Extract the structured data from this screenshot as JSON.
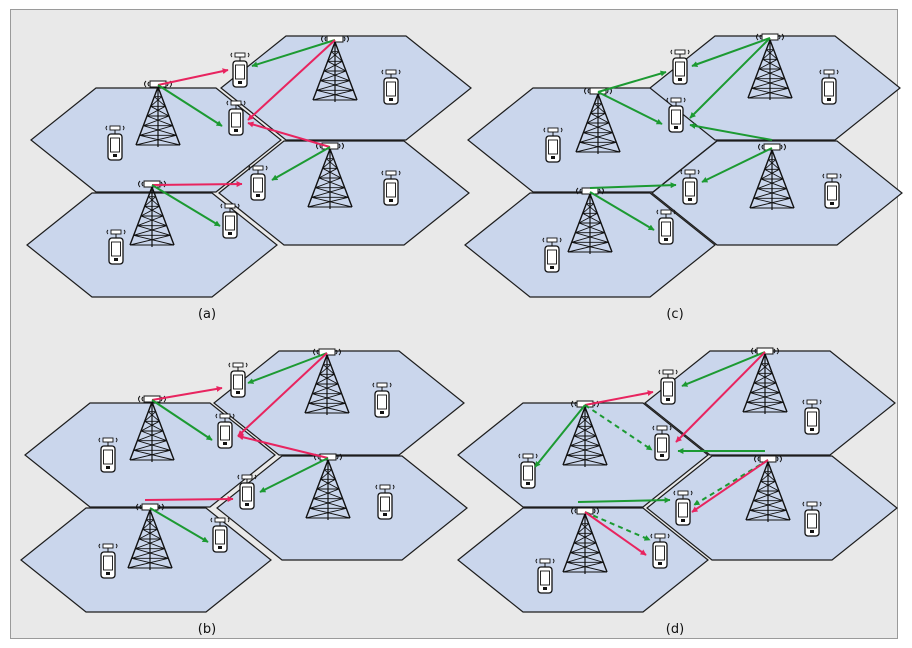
{
  "colors": {
    "background": "#e9e9e9",
    "cell_fill": "#cad6ec",
    "cell_stroke": "#1d1d1d",
    "interference_link": "#e8245f",
    "signal_link": "#1c9a32"
  },
  "icons": {
    "base_station": "cell-tower-icon",
    "user_device": "mobile-phone-icon"
  },
  "panels": [
    {
      "label": "(a)",
      "towers": [
        [
          158,
          85
        ],
        [
          335,
          40
        ],
        [
          330,
          147
        ],
        [
          152,
          185
        ]
      ],
      "phones": [
        [
          240,
          75
        ],
        [
          236,
          123
        ],
        [
          258,
          188
        ],
        [
          230,
          226
        ],
        [
          115,
          148
        ],
        [
          116,
          252
        ],
        [
          391,
          92
        ],
        [
          391,
          193
        ]
      ],
      "links": [
        {
          "from": [
            158,
            85
          ],
          "to": [
            228,
            70
          ],
          "kind": "interference",
          "dashed": false
        },
        {
          "from": [
            158,
            85
          ],
          "to": [
            222,
            126
          ],
          "kind": "signal",
          "dashed": false
        },
        {
          "from": [
            335,
            40
          ],
          "to": [
            252,
            66
          ],
          "kind": "signal",
          "dashed": false
        },
        {
          "from": [
            335,
            40
          ],
          "to": [
            248,
            120
          ],
          "kind": "interference",
          "dashed": false
        },
        {
          "from": [
            330,
            147
          ],
          "to": [
            248,
            123
          ],
          "kind": "interference",
          "dashed": false
        },
        {
          "from": [
            330,
            147
          ],
          "to": [
            272,
            180
          ],
          "kind": "signal",
          "dashed": false
        },
        {
          "from": [
            152,
            185
          ],
          "to": [
            242,
            184
          ],
          "kind": "interference",
          "dashed": false
        },
        {
          "from": [
            152,
            185
          ],
          "to": [
            220,
            226
          ],
          "kind": "signal",
          "dashed": false
        }
      ]
    },
    {
      "label": "(c)",
      "towers": [
        [
          598,
          92
        ],
        [
          770,
          38
        ],
        [
          772,
          148
        ],
        [
          590,
          192
        ]
      ],
      "phones": [
        [
          680,
          72
        ],
        [
          676,
          120
        ],
        [
          690,
          192
        ],
        [
          666,
          232
        ],
        [
          553,
          150
        ],
        [
          552,
          260
        ],
        [
          829,
          92
        ],
        [
          832,
          196
        ]
      ],
      "links": [
        {
          "from": [
            598,
            92
          ],
          "to": [
            666,
            72
          ],
          "kind": "signal",
          "dashed": false
        },
        {
          "from": [
            598,
            92
          ],
          "to": [
            662,
            124
          ],
          "kind": "signal",
          "dashed": false
        },
        {
          "from": [
            770,
            38
          ],
          "to": [
            692,
            66
          ],
          "kind": "signal",
          "dashed": false
        },
        {
          "from": [
            770,
            38
          ],
          "to": [
            690,
            118
          ],
          "kind": "signal",
          "dashed": false
        },
        {
          "from": [
            772,
            140
          ],
          "to": [
            690,
            125
          ],
          "kind": "signal",
          "dashed": false
        },
        {
          "from": [
            772,
            148
          ],
          "to": [
            702,
            182
          ],
          "kind": "signal",
          "dashed": false
        },
        {
          "from": [
            590,
            188
          ],
          "to": [
            676,
            185
          ],
          "kind": "signal",
          "dashed": false
        },
        {
          "from": [
            590,
            192
          ],
          "to": [
            654,
            230
          ],
          "kind": "signal",
          "dashed": false
        }
      ]
    },
    {
      "label": "(b)",
      "towers": [
        [
          152,
          400
        ],
        [
          327,
          353
        ],
        [
          328,
          458
        ],
        [
          150,
          508
        ]
      ],
      "phones": [
        [
          238,
          385
        ],
        [
          225,
          436
        ],
        [
          247,
          497
        ],
        [
          220,
          540
        ],
        [
          108,
          460
        ],
        [
          108,
          566
        ],
        [
          382,
          405
        ],
        [
          385,
          507
        ]
      ],
      "links": [
        {
          "from": [
            152,
            400
          ],
          "to": [
            222,
            388
          ],
          "kind": "interference",
          "dashed": false
        },
        {
          "from": [
            152,
            400
          ],
          "to": [
            212,
            440
          ],
          "kind": "signal",
          "dashed": false
        },
        {
          "from": [
            327,
            353
          ],
          "to": [
            248,
            383
          ],
          "kind": "signal",
          "dashed": false
        },
        {
          "from": [
            327,
            353
          ],
          "to": [
            238,
            436
          ],
          "kind": "interference",
          "dashed": false
        },
        {
          "from": [
            328,
            458
          ],
          "to": [
            238,
            436
          ],
          "kind": "interference",
          "dashed": false
        },
        {
          "from": [
            328,
            458
          ],
          "to": [
            260,
            492
          ],
          "kind": "signal",
          "dashed": false
        },
        {
          "from": [
            145,
            500
          ],
          "to": [
            233,
            499
          ],
          "kind": "interference",
          "dashed": false
        },
        {
          "from": [
            150,
            508
          ],
          "to": [
            208,
            542
          ],
          "kind": "signal",
          "dashed": false
        }
      ]
    },
    {
      "label": "(d)",
      "towers": [
        [
          585,
          405
        ],
        [
          765,
          352
        ],
        [
          768,
          460
        ],
        [
          585,
          512
        ]
      ],
      "phones": [
        [
          668,
          392
        ],
        [
          662,
          448
        ],
        [
          683,
          513
        ],
        [
          660,
          556
        ],
        [
          528,
          476
        ],
        [
          545,
          581
        ],
        [
          812,
          422
        ],
        [
          812,
          524
        ]
      ],
      "links": [
        {
          "from": [
            585,
            405
          ],
          "to": [
            653,
            392
          ],
          "kind": "interference",
          "dashed": false
        },
        {
          "from": [
            585,
            405
          ],
          "to": [
            652,
            450
          ],
          "kind": "signal",
          "dashed": true
        },
        {
          "from": [
            585,
            405
          ],
          "to": [
            535,
            467
          ],
          "kind": "signal",
          "dashed": false
        },
        {
          "from": [
            765,
            352
          ],
          "to": [
            682,
            386
          ],
          "kind": "signal",
          "dashed": false
        },
        {
          "from": [
            765,
            352
          ],
          "to": [
            676,
            442
          ],
          "kind": "interference",
          "dashed": false
        },
        {
          "from": [
            765,
            451
          ],
          "to": [
            678,
            451
          ],
          "kind": "signal",
          "dashed": false
        },
        {
          "from": [
            768,
            460
          ],
          "to": [
            694,
            505
          ],
          "kind": "signal",
          "dashed": true
        },
        {
          "from": [
            768,
            460
          ],
          "to": [
            692,
            512
          ],
          "kind": "interference",
          "dashed": false
        },
        {
          "from": [
            578,
            502
          ],
          "to": [
            670,
            500
          ],
          "kind": "signal",
          "dashed": false
        },
        {
          "from": [
            585,
            512
          ],
          "to": [
            650,
            540
          ],
          "kind": "signal",
          "dashed": true
        },
        {
          "from": [
            585,
            512
          ],
          "to": [
            646,
            555
          ],
          "kind": "interference",
          "dashed": false
        }
      ]
    }
  ]
}
